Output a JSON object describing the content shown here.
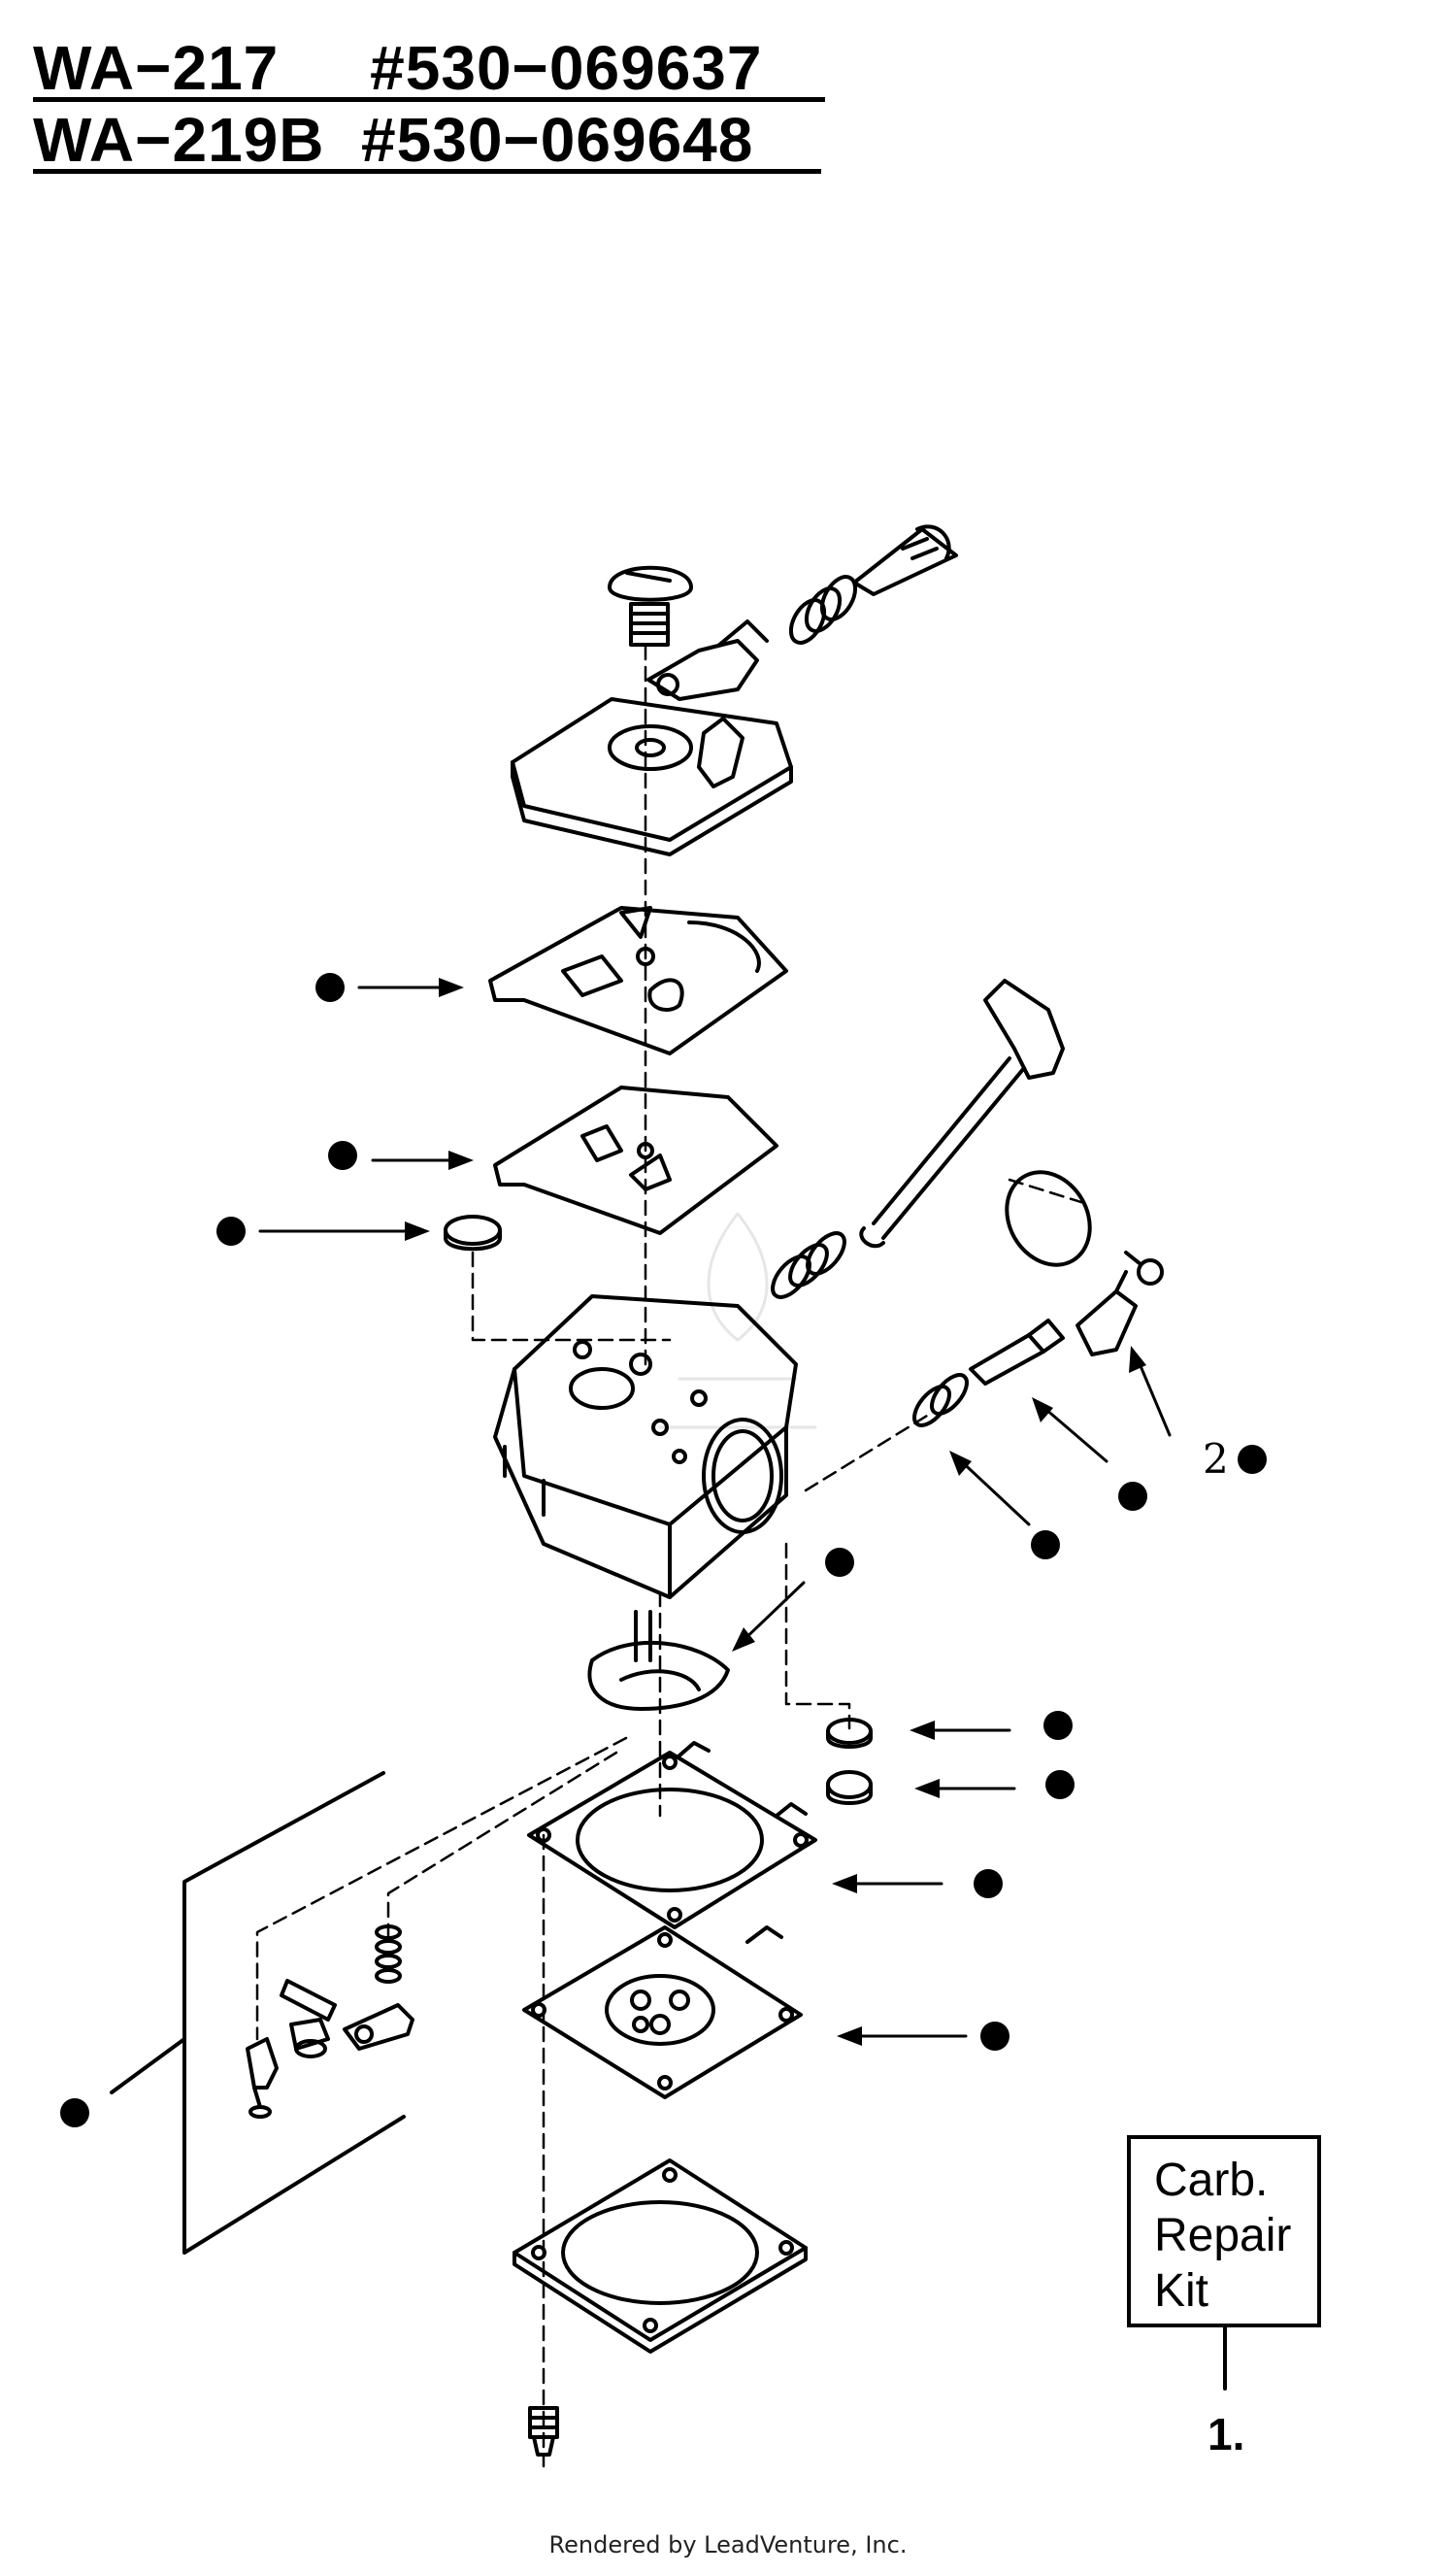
{
  "header": {
    "line1_model": "WA−217",
    "line1_part": "#530−069637",
    "line2_model": "WA−219B",
    "line2_part": "#530−069648"
  },
  "kit": {
    "lines": [
      "Carb.",
      "Repair",
      "Kit"
    ],
    "number": "1."
  },
  "callout_2": "2",
  "footer": "Rendered by LeadVenture, Inc.",
  "colors": {
    "ink": "#000000",
    "paper": "#ffffff",
    "watermark": "#e6e6e6"
  }
}
